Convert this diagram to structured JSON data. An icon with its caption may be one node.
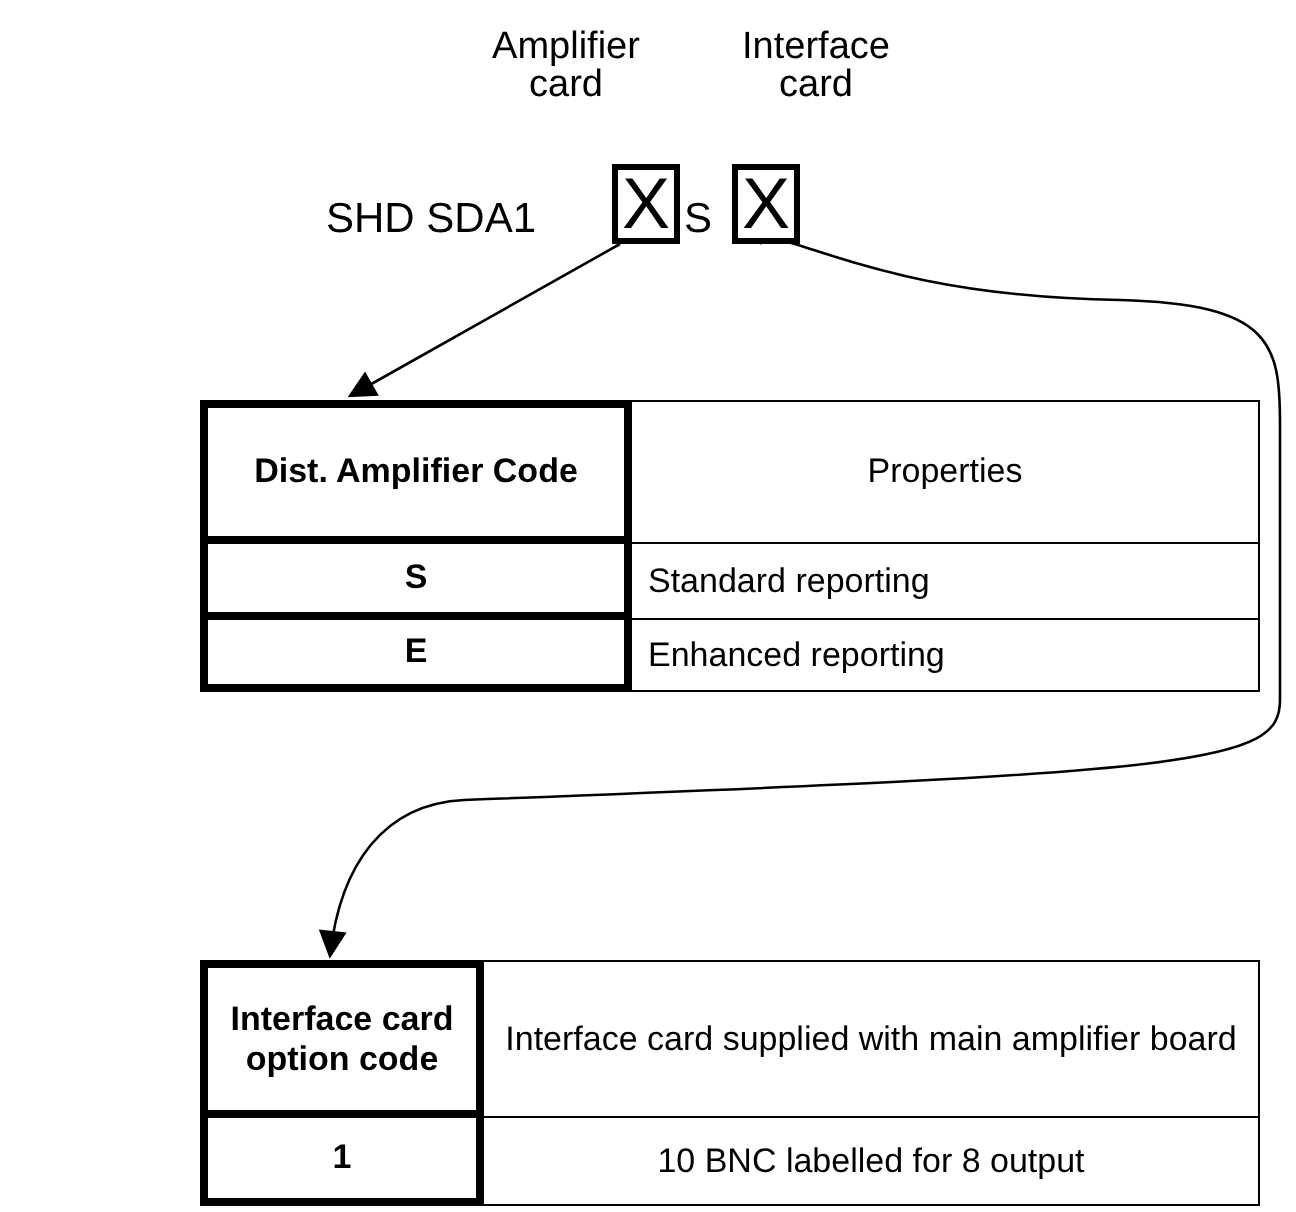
{
  "diagram": {
    "nodes": [
      {
        "text": [
          "X"
        ],
        "beside": [
          "Amplifier card"
        ]
      },
      {
        "text": [
          "X"
        ],
        "beside": [
          "Interface card"
        ]
      },
      {
        "text": [
          "Dist. Amplifier Code",
          "Properties",
          "S",
          "Standard reporting",
          "E",
          "Enhanced reporting"
        ]
      },
      {
        "text": [
          "Interface card option code",
          "Interface card supplied with main amplifier board",
          "1",
          "10 BNC labelled for 8 output"
        ]
      }
    ],
    "edges": [
      {
        "from": 0,
        "to": 2,
        "arrow": "to"
      },
      {
        "from": 1,
        "to": 3,
        "arrow": "to"
      }
    ],
    "labels": [
      "SHD SDA1",
      "S"
    ]
  }
}
